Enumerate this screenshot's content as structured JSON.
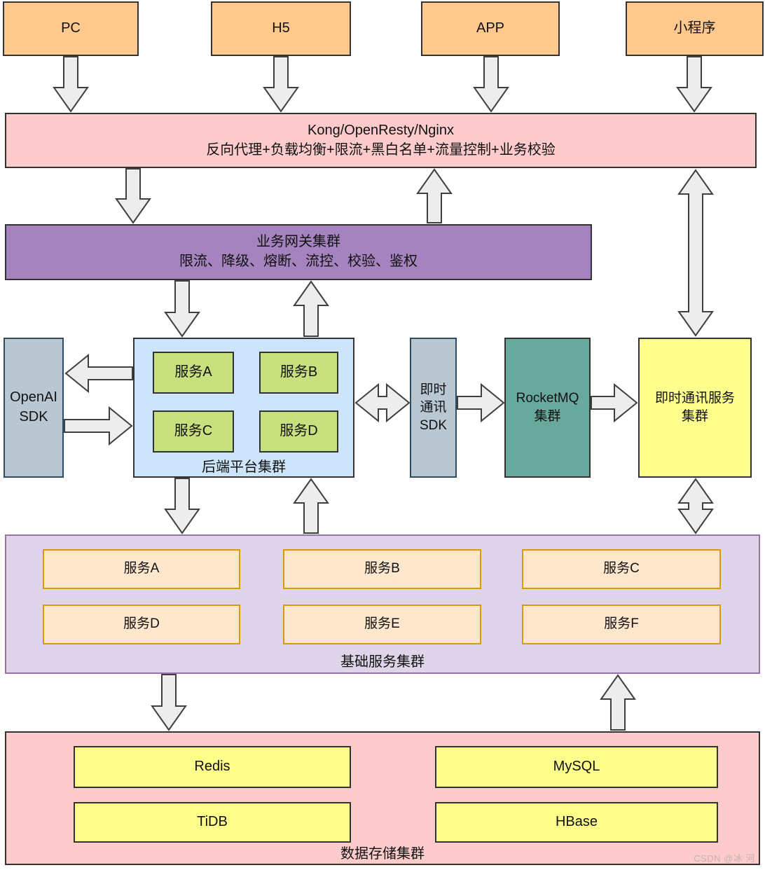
{
  "clients": [
    {
      "label": "PC"
    },
    {
      "label": "H5"
    },
    {
      "label": "APP"
    },
    {
      "label": "小程序"
    }
  ],
  "gateway_edge": {
    "line1": "Kong/OpenResty/Nginx",
    "line2": "反向代理+负载均衡+限流+黑白名单+流量控制+业务校验"
  },
  "business_gateway": {
    "line1": "业务网关集群",
    "line2": "限流、降级、熔断、流控、校验、鉴权"
  },
  "openai_sdk": {
    "line1": "OpenAI",
    "line2": "SDK"
  },
  "backend_platform": {
    "services": [
      "服务A",
      "服务B",
      "服务C",
      "服务D"
    ],
    "caption": "后端平台集群"
  },
  "im_sdk": {
    "line1": "即时",
    "line2": "通讯",
    "line3": "SDK"
  },
  "rocketmq": {
    "line1": "RocketMQ",
    "line2": "集群"
  },
  "im_service": {
    "line1": "即时通讯服务",
    "line2": "集群"
  },
  "base_services": {
    "services": [
      "服务A",
      "服务B",
      "服务C",
      "服务D",
      "服务E",
      "服务F"
    ],
    "caption": "基础服务集群"
  },
  "data_storage": {
    "stores": [
      "Redis",
      "MySQL",
      "TiDB",
      "HBase"
    ],
    "caption": "数据存储集群"
  },
  "watermark": "CSDN @冰 河",
  "colors": {
    "orange": "#FFC98E",
    "pink": "#FDCBCB",
    "purple": "#A583BF",
    "lightblue": "#CCE5FB",
    "green": "#C8E17E",
    "bluegray": "#B9C7D2",
    "teal": "#67AA9D",
    "yellow": "#FEFE8D",
    "lavender": "#DFD4E9",
    "lavender_border": "#9673A6",
    "peach": "#FFE7CD",
    "peach_border": "#D79B00",
    "border_dark": "#333333",
    "sdk_border": "#2E4B61",
    "arrow_fill": "#EDEDED",
    "arrow_stroke": "#3F3F3F",
    "watermark": "#C4B2B2"
  }
}
